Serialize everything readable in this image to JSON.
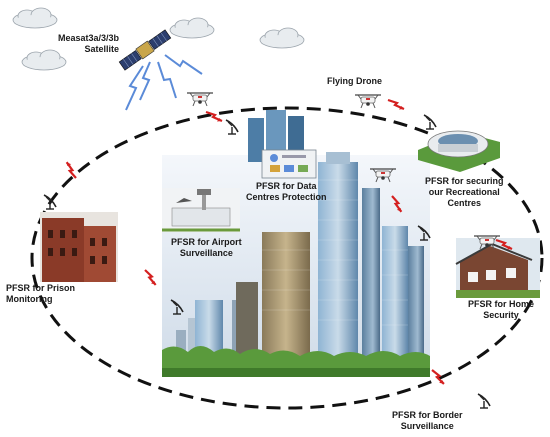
{
  "labels": {
    "satellite": [
      "Measat3a/3/3b",
      "Satellite"
    ],
    "drone": [
      "Flying Drone"
    ],
    "data_centres": [
      "PFSR for Data",
      "Centres  Protection"
    ],
    "recreational": [
      "PFSR for securing",
      "our Recreational",
      "Centres"
    ],
    "airport": [
      "PFSR for Airport",
      "Surveillance"
    ],
    "prison": [
      "PFSR for Prison",
      "Monitoring"
    ],
    "home": [
      "PFSR for Home",
      "Security"
    ],
    "border": [
      "PFSR for Border",
      "Surveillance"
    ]
  },
  "colors": {
    "orbit": "#111111",
    "signal_red": "#d42020",
    "signal_blue": "#5b8bd8",
    "sky": "#dde8f3",
    "building_glass": "#6f9fc4",
    "grass": "#5a9a3c"
  },
  "icons": [
    "satellite-icon",
    "drone-icon",
    "dish-antenna-icon",
    "cloud-icon",
    "stadium-icon",
    "house-icon",
    "prison-icon",
    "airport-icon",
    "data-centre-icon"
  ]
}
